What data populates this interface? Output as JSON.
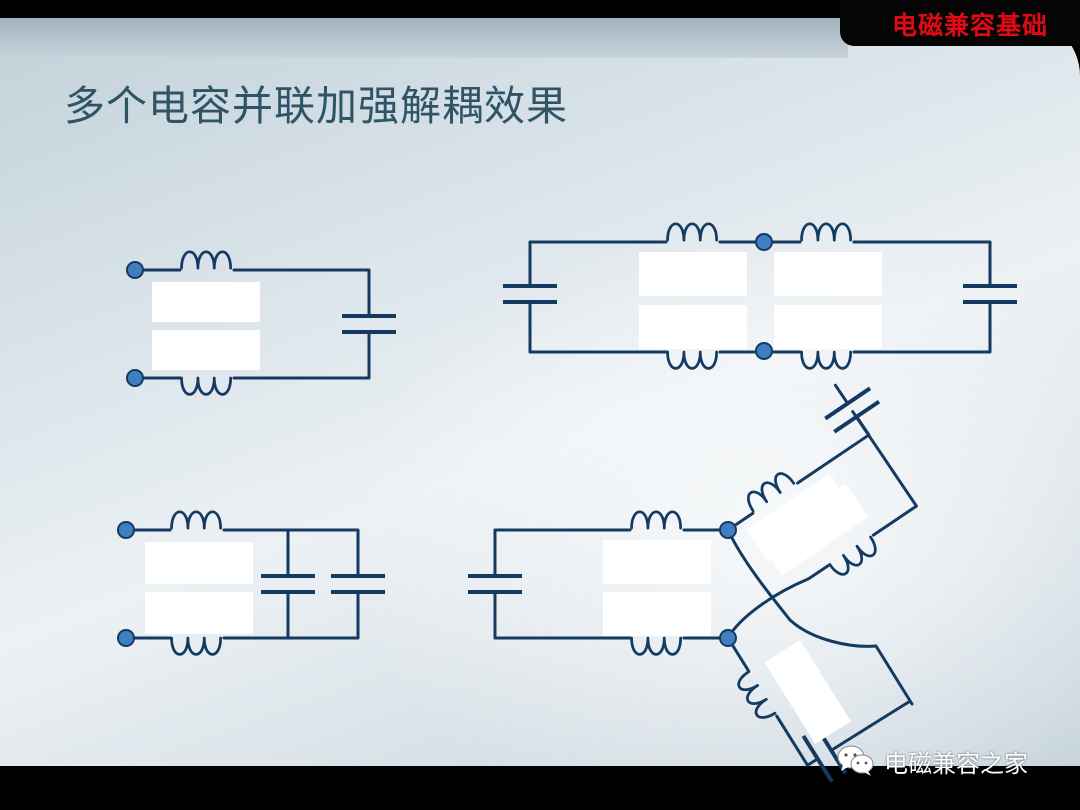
{
  "header": {
    "brand_title": "电磁兼容基础"
  },
  "slide": {
    "title": "多个电容并联加强解耦效果"
  },
  "watermark": {
    "text": "电磁兼容之家",
    "icon": "wechat-icon"
  },
  "colors": {
    "brand_red": "#e00a14",
    "title_text": "#2e5466",
    "wire": "#153a62",
    "node": "#3f7fc0"
  }
}
